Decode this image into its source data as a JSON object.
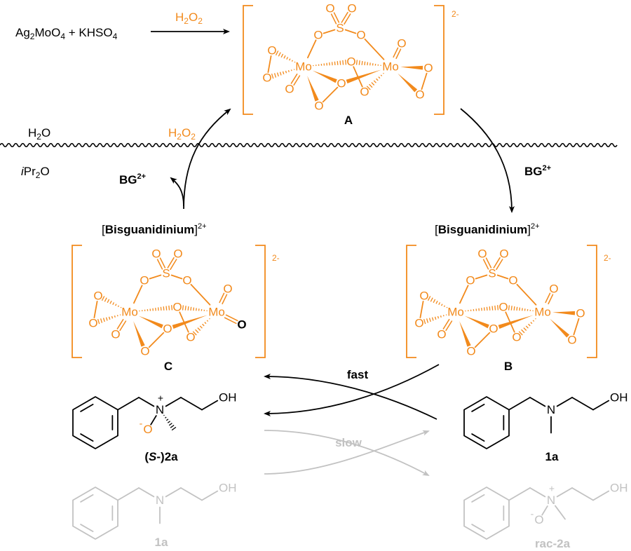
{
  "reaction": {
    "reagents": [
      "Ag",
      "2",
      "MoO",
      "4",
      " + KHSO",
      "4"
    ],
    "oxidant": [
      "H",
      "2",
      "O",
      "2"
    ]
  },
  "phases": {
    "aqueous": [
      "H",
      "2",
      "O"
    ],
    "oxidant": [
      "H",
      "2",
      "O",
      "2"
    ],
    "organic": [
      "i",
      "Pr",
      "2",
      "O"
    ]
  },
  "catalyst": [
    "BG",
    "2+"
  ],
  "cation": [
    "[",
    "Bisguanidinium",
    "]",
    "2+"
  ],
  "complexes": {
    "charge": "2-",
    "a_label": "A",
    "b_label": "B",
    "c_label": "C"
  },
  "atoms": {
    "mo": "Mo",
    "o": "O",
    "s": "S",
    "n": "N",
    "oh": "OH",
    "plus": "+",
    "minus": "-"
  },
  "rates": {
    "fast": "fast",
    "slow": "slow"
  },
  "compounds": {
    "oxide": [
      "(",
      "S",
      "-)2a"
    ],
    "amine": "1a",
    "racemic": "rac-2a"
  },
  "colors": {
    "peroxo_orange": "#f28a1c",
    "faded_gray": "#c2c2c2",
    "ink": "#000000"
  }
}
